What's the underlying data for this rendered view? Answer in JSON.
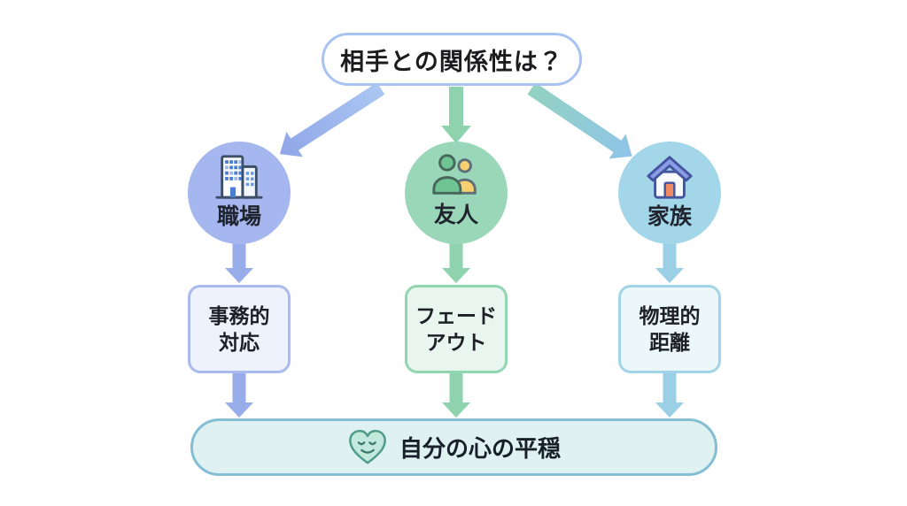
{
  "question": {
    "text": "相手との関係性は？"
  },
  "branches": [
    {
      "key": "workplace",
      "label": "職場",
      "icon": "building-icon",
      "action_line1": "事務的",
      "action_line2": "対応"
    },
    {
      "key": "friend",
      "label": "友人",
      "icon": "people-icon",
      "action_line1": "フェード",
      "action_line2": "アウト"
    },
    {
      "key": "family",
      "label": "家族",
      "icon": "house-icon",
      "action_line1": "物理的",
      "action_line2": "距離"
    }
  ],
  "outcome": {
    "text": "自分の心の平穏",
    "icon": "smiling-heart-icon"
  },
  "colors": {
    "text": "#1c1c1e",
    "bubble_border": "#a9c3f0",
    "workplace": "#98ace9",
    "workplace_circle": "#a6b7ef",
    "workplace_box_border": "#a9bbee",
    "workplace_box_fill": "#eef2fc",
    "friend": "#8fd3ae",
    "friend_circle": "#99d7b8",
    "friend_box_border": "#92d5b1",
    "friend_box_fill": "#e9f6ef",
    "family": "#9bcfe6",
    "family_circle": "#a4d6e9",
    "family_box_border": "#a3d3e7",
    "family_box_fill": "#ecf7fb",
    "arrow_blue_start": "#aac7f2",
    "arrow_blue_end": "#90a6e8",
    "arrow_teal_start": "#93d2c2",
    "arrow_teal_end": "#8fc4e8",
    "bar_border": "#83bed4",
    "bar_fill": "#e0f1f1",
    "icon_window_blue": "#4a7fd4",
    "icon_building_outline": "#3c4f66",
    "icon_person_green": "#6fc493",
    "icon_person_green_outline": "#47675a",
    "icon_person_yellow": "#f6cf70",
    "icon_person_yellow_outline": "#5d6f7b",
    "icon_house_roof": "#8a9ce5",
    "icon_house_outline": "#44549e",
    "icon_door_orange": "#f08a5f",
    "heart_fill": "#c3e9dc",
    "heart_stroke": "#4f9c8b",
    "heart_face": "#3c7a6c"
  }
}
